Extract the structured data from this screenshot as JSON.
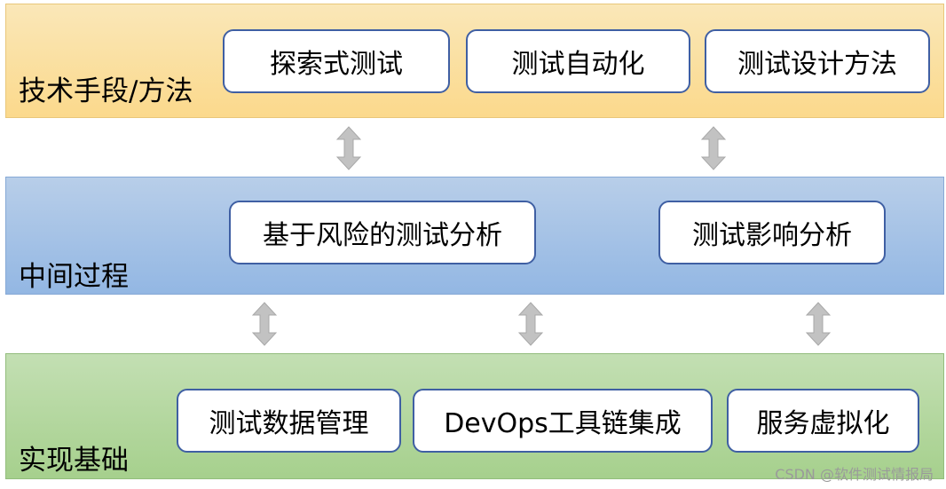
{
  "layers": {
    "top": {
      "label": "技术手段/方法",
      "boxes": [
        "探索式测试",
        "测试自动化",
        "测试设计方法"
      ]
    },
    "middle": {
      "label": "中间过程",
      "boxes": [
        "基于风险的测试分析",
        "测试影响分析"
      ]
    },
    "bottom": {
      "label": "实现基础",
      "boxes": [
        "测试数据管理",
        "DevOps工具链集成",
        "服务虚拟化"
      ]
    }
  },
  "watermark": "CSDN @软件测试情报局",
  "colors": {
    "top_band": "#fbd98c",
    "middle_band": "#93b7e3",
    "bottom_band": "#a6d08d",
    "box_border": "#3f5fa3",
    "arrow": "#bfbfbf"
  },
  "icons": {
    "arrow": "double-headed-vertical-arrow-icon"
  }
}
